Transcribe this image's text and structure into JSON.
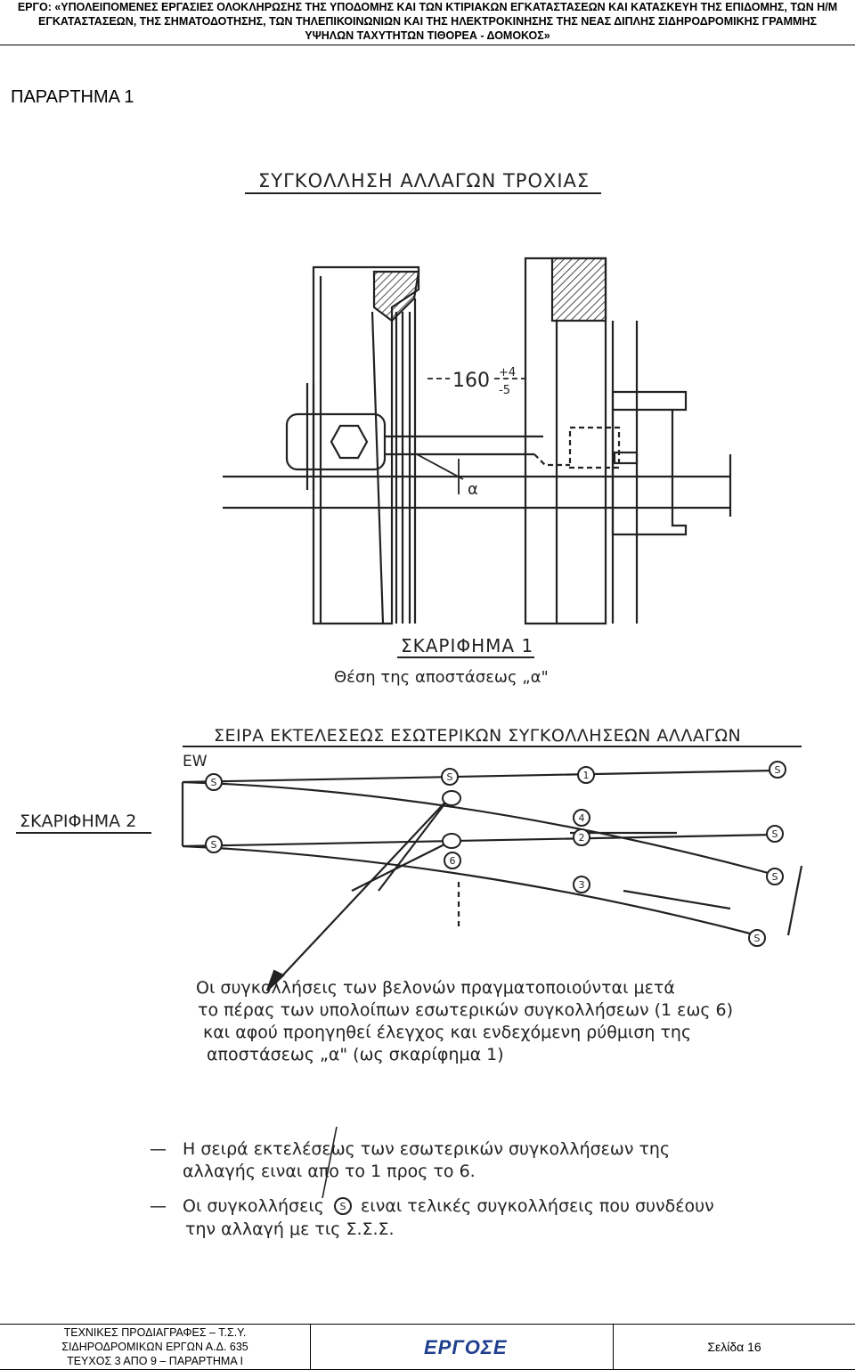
{
  "header": {
    "line1": "ΕΡΓΟ: «ΥΠΟΛΕΙΠΟΜΕΝΕΣ ΕΡΓΑΣΙΕΣ ΟΛΟΚΛΗΡΩΣΗΣ ΤΗΣ ΥΠΟΔΟΜΗΣ ΚΑΙ ΤΩΝ ΚΤΙΡΙΑΚΩΝ ΕΓΚΑΤΑΣΤΑΣΕΩΝ ΚΑΙ ΚΑΤΑΣΚΕΥΗ ΤΗΣ ΕΠΙΔΟΜΗΣ, ΤΩΝ Η/Μ",
    "line2": "ΕΓΚΑΤΑΣΤΑΣΕΩΝ, ΤΗΣ ΣΗΜΑΤΟΔΟΤΗΣΗΣ, ΤΩΝ ΤΗΛΕΠΙΚΟΙΝΩΝΙΩΝ ΚΑΙ ΤΗΣ ΗΛΕΚΤΡΟΚΙΝΗΣΗΣ ΤΗΣ ΝΕΑΣ ΔΙΠΛΗΣ ΣΙΔΗΡΟΔΡΟΜΙΚΗΣ ΓΡΑΜΜΗΣ",
    "line3": "ΥΨΗΛΩΝ ΤΑΧΥΤΗΤΩΝ ΤΙΘΟΡΕΑ - ΔΟΜΟΚΟΣ»"
  },
  "appendix_title": "ΠΑΡΑΡΤΗΜΑ 1",
  "sketch1": {
    "title": "ΣΥΓΚΟΛΛΗΣΗ ΑΛΛΑΓΩΝ ΤΡΟΧΙΑΣ",
    "dimension": "160",
    "tolerance_plus": "+4",
    "tolerance_minus": "-5",
    "symbol": "α",
    "caption": "ΣΚΑΡΙΦΗΜΑ 1",
    "subcaption": "Θέση της αποστάσεως „α\""
  },
  "sketch2": {
    "title": "ΣΕΙΡΑ ΕΚΤΕΛΕΣΕΩΣ ΕΣΩΤΕΡΙΚΩΝ ΣΥΓΚΟΛΛΗΣΕΩΝ ΑΛΛΑΓΩΝ",
    "label_ew": "EW",
    "caption": "ΣΚΑΡΙΦΗΜΑ 2",
    "weld_final": "S",
    "weld_numbers": [
      "1",
      "2",
      "3",
      "4",
      "6"
    ]
  },
  "note_lines": [
    "Οι συγκολλήσεις των βελονών πραγματοποιούνται μετά",
    "το πέρας των υπολοίπων εσωτερικών συγκολλήσεων (1 εως 6)",
    "και αφού προηγηθεί έλεγχος και ενδεχόμενη ρύθμιση της",
    "αποστάσεως „α\" (ως σκαρίφημα 1)"
  ],
  "bullets": [
    {
      "dash": "—",
      "line1": "Η σειρά εκτελέσεως των εσωτερικών συγκολλήσεων της",
      "line2": "αλλαγής ειναι απο το 1 προς το 6."
    },
    {
      "dash": "—",
      "line1_a": "Οι συγκολλήσεις",
      "symbol": "S",
      "line1_b": "ειναι τελικές συγκολλήσεις που συνδέουν",
      "line2": "την αλλαγή με τις Σ.Σ.Σ."
    }
  ],
  "footer": {
    "line1": "ΤΕΧΝΙΚΕΣ ΠΡΟΔΙΑΓΡΑΦΕΣ – Τ.Σ.Υ.",
    "line2": "ΣΙΔΗΡΟΔΡΟΜΙΚΩΝ ΕΡΓΩΝ Α.Δ. 635",
    "line3": "ΤΕΥΧΟΣ 3 ΑΠΟ 9 – ΠΑΡΑΡΤΗΜΑ Ι",
    "logo": "ΕΡΓΟΣΕ",
    "page": "Σελίδα 16"
  }
}
